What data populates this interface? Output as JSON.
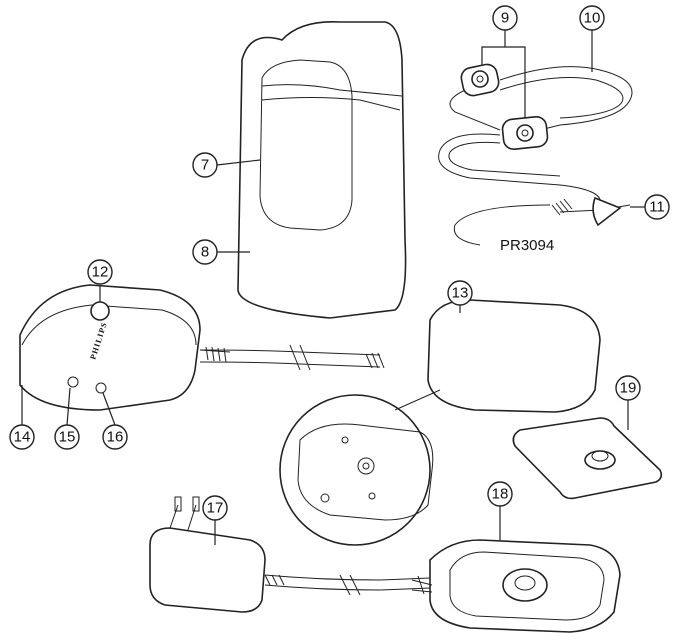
{
  "model_label": "PR3094",
  "brand_text": "PHILIPS",
  "callouts": [
    "7",
    "8",
    "9",
    "10",
    "11",
    "12",
    "13",
    "14",
    "15",
    "16",
    "17",
    "18",
    "19"
  ]
}
